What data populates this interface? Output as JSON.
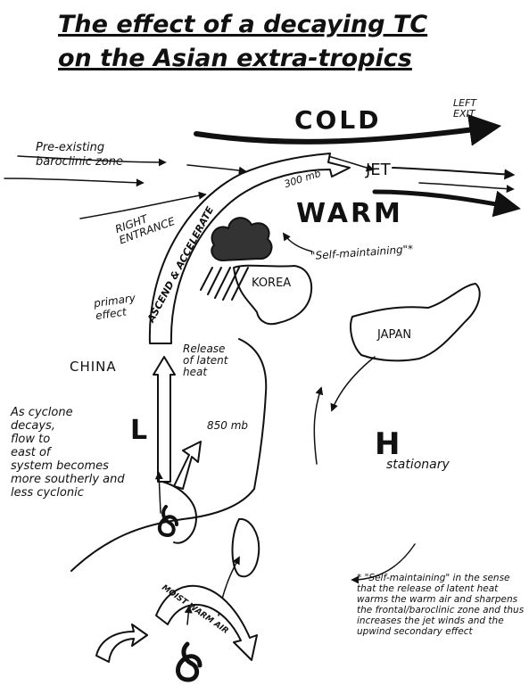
{
  "title": {
    "line1": "The effect of a decaying TC",
    "line2": "on the Asian extra-tropics"
  },
  "labels": {
    "cold": "COLD",
    "warm": "WARM",
    "left_exit": "LEFT\nEXIT",
    "jet": "JET",
    "mb300": "300 mb",
    "pre_existing": "Pre-existing\nbaroclinic zone",
    "right_entrance": "RIGHT\nENTRANCE",
    "ascend_accelerate": "ASCEND & ACCELERATE",
    "self_maintaining": "\"Self-maintaining\"*",
    "korea": "KOREA",
    "japan": "JAPAN",
    "primary_effect": "primary\neffect",
    "release_latent_heat": "Release\nof latent\nheat",
    "china": "CHINA",
    "mb850": "850 mb",
    "cyclone_note": "As cyclone\ndecays,\nflow to\neast of\nsystem becomes\nmore southerly and\nless cyclonic",
    "low": "L",
    "high": "H",
    "stationary": "stationary",
    "moist_warm_air": "MOIST WARM AIR",
    "footnote": "* \"Self-maintaining\" in the sense that the release of latent heat warms the warm air and sharpens the frontal/baroclinic zone and thus increases the jet winds and the upwind secondary effect"
  },
  "colors": {
    "ink": "#111111",
    "paper": "#ffffff"
  },
  "icons": [
    "cyclone-symbol-icon",
    "cyclone-symbol-icon",
    "cloud-icon",
    "rain-hatching-icon"
  ]
}
